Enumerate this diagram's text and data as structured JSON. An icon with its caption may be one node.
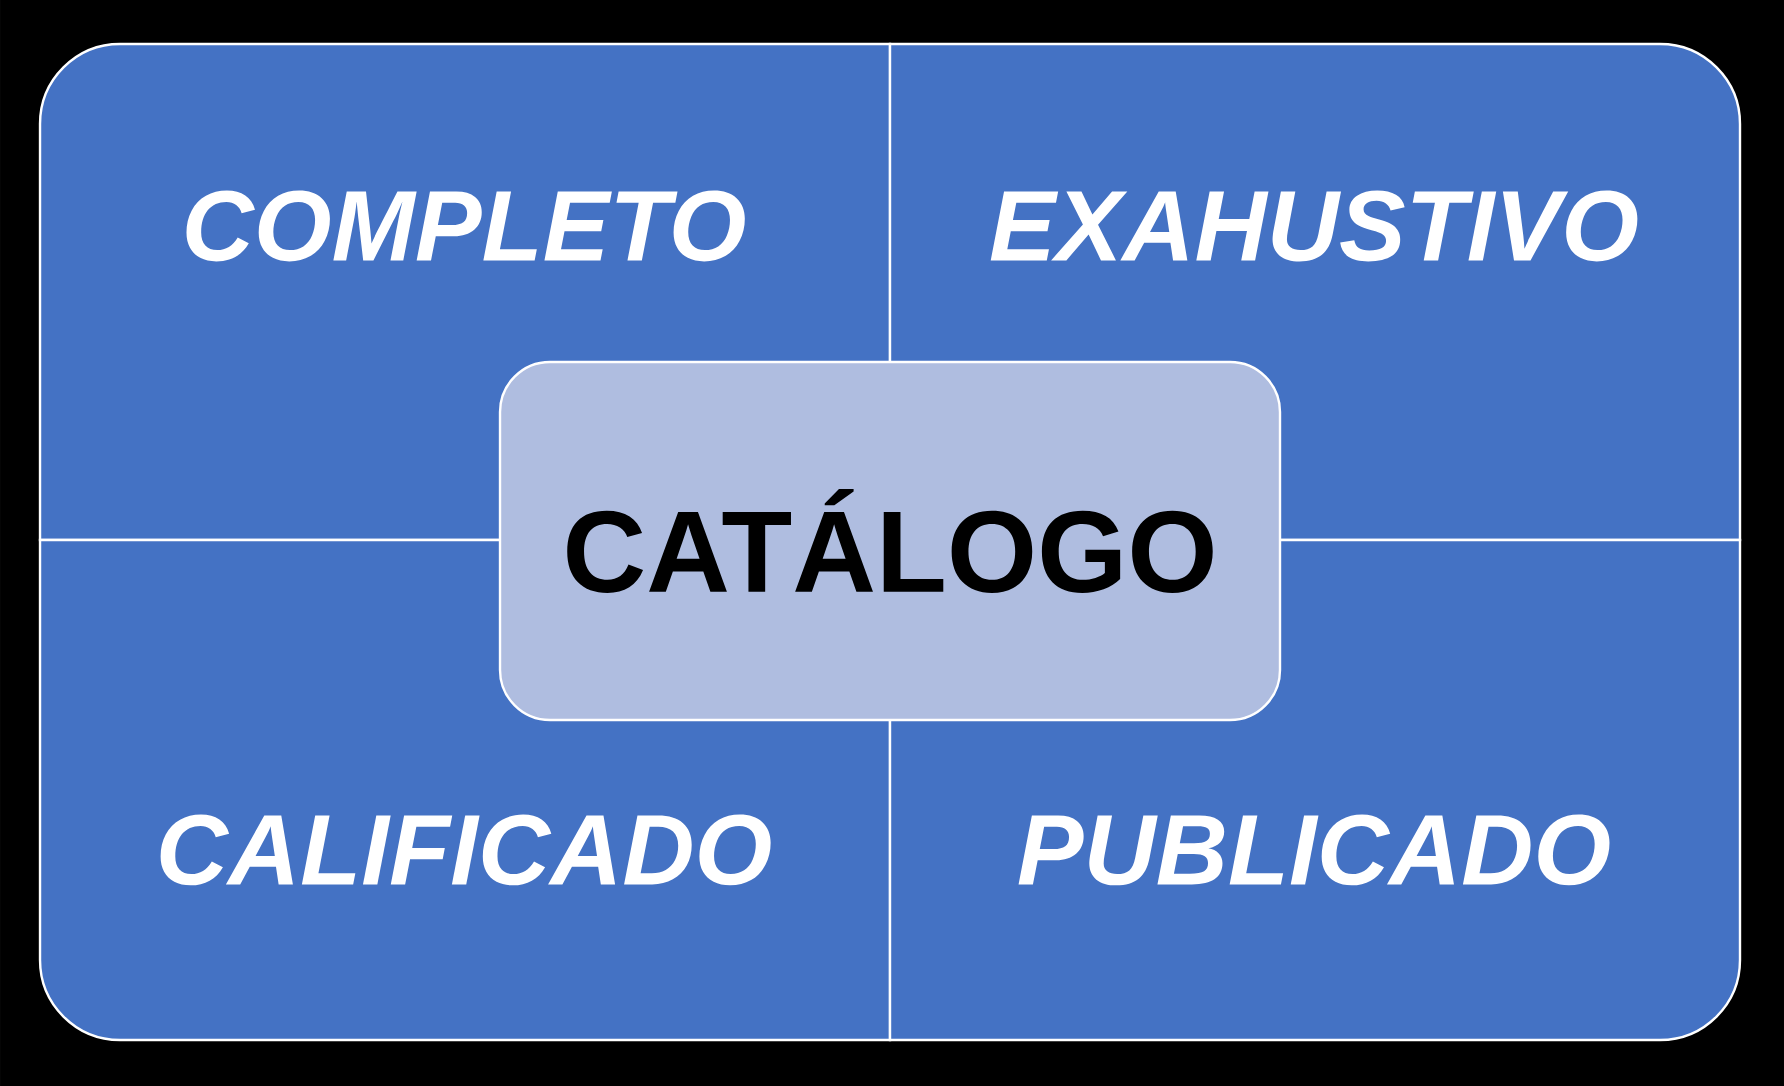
{
  "diagram": {
    "nodes": [
      {
        "text": [
          "COMPLETO"
        ]
      },
      {
        "text": [
          "EXAHUSTIVO"
        ]
      },
      {
        "text": [
          "CALIFICADO"
        ]
      },
      {
        "text": [
          "PUBLICADO"
        ]
      },
      {
        "text": [
          "CATÁLOGO"
        ]
      }
    ]
  }
}
